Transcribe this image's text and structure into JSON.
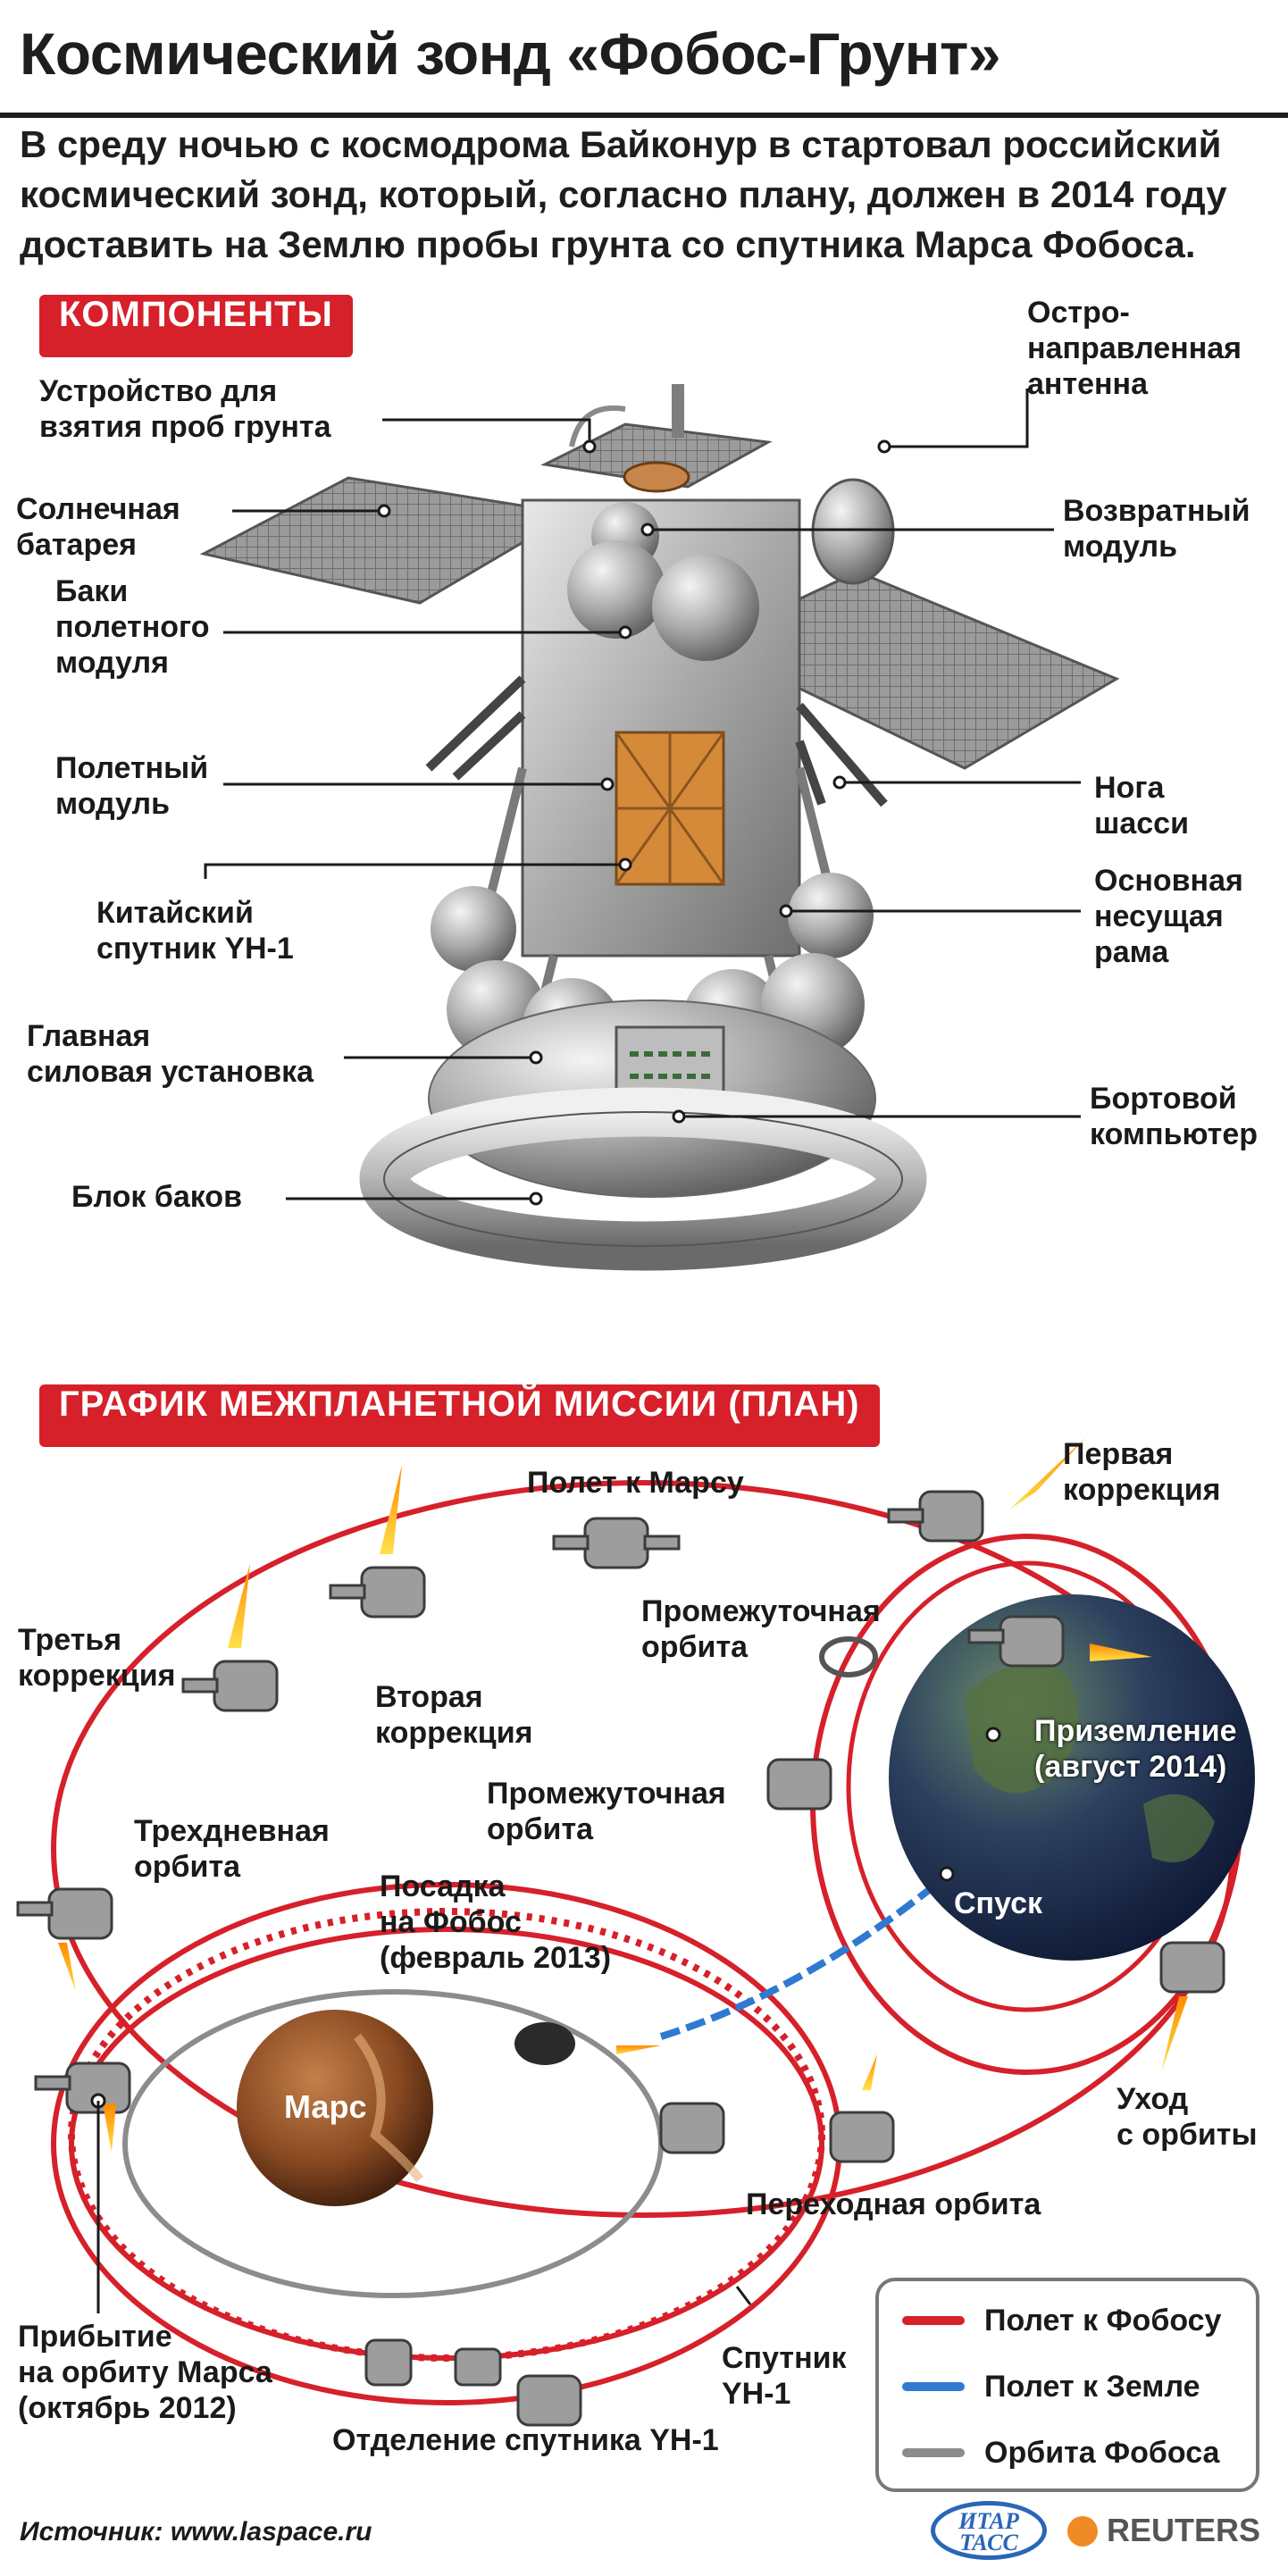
{
  "header": {
    "title": "Космический зонд «Фобос-Грунт»",
    "intro": "В среду ночью с космодрома Байконур в стартовал российский космический зонд, который, согласно плану, должен в 2014 году доставить на Землю пробы грунта со спутника Марса Фобоса."
  },
  "components": {
    "badge": "КОМПОНЕНТЫ",
    "labels": {
      "sampler": "Устройство для\nвзятия проб грунта",
      "solar": "Солнечная\nбатарея",
      "tanks_flight": "Баки\nполетного\nмодуля",
      "flight_module": "Полетный\nмодуль",
      "yh1": "Китайский\nспутник YH-1",
      "propulsion": "Главная\nсиловая установка",
      "tank_block": "Блок баков",
      "antenna": "Остро-\nнаправленная\nантенна",
      "return_module": "Возвратный\nмодуль",
      "leg": "Нога\nшасси",
      "frame": "Основная\nнесущая\nрама",
      "computer": "Бортовой\nкомпьютер"
    }
  },
  "mission": {
    "badge": "ГРАФИК МЕЖПЛАНЕТНОЙ МИССИИ (ПЛАН)",
    "labels": {
      "flight_to_mars": "Полет к Марсу",
      "first_correction": "Первая\nкоррекция",
      "intermediate_orbit_1": "Промежуточная\nорбита",
      "third_correction": "Третья\nкоррекция",
      "second_correction": "Вторая\nкоррекция",
      "landing_earth": "Приземление\n(август 2014)",
      "intermediate_orbit_2": "Промежуточная\nорбита",
      "three_day_orbit": "Трехдневная\nорбита",
      "landing_phobos": "Посадка\nна Фобос\n(февраль 2013)",
      "descent": "Спуск",
      "mars": "Марс",
      "leave_orbit": "Уход\nс орбиты",
      "transfer_orbit": "Переходная орбита",
      "arrival": "Прибытие\nна орбиту Марса\n(октябрь 2012)",
      "yh1_sat": "Спутник\nYH-1",
      "yh1_separation": "Отделение спутника YH-1"
    },
    "legend": [
      {
        "label": "Полет к Фобосу",
        "color": "#d6202a"
      },
      {
        "label": "Полет к Земле",
        "color": "#2f7ad1"
      },
      {
        "label": "Орбита Фобоса",
        "color": "#8c8c8c"
      }
    ]
  },
  "footer": {
    "source": "Источник: www.laspace.ru",
    "itar": "ИТАР\nТАСС",
    "reuters": "REUTERS"
  }
}
